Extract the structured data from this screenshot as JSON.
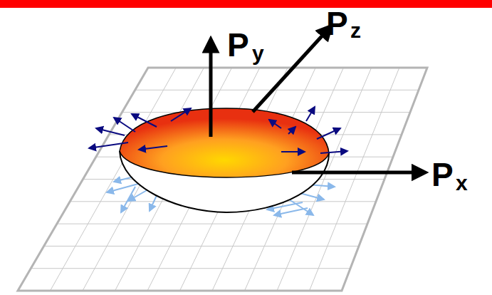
{
  "diagram": {
    "labels": [
      "P",
      "y",
      "P",
      "z",
      "P",
      "x"
    ]
  }
}
